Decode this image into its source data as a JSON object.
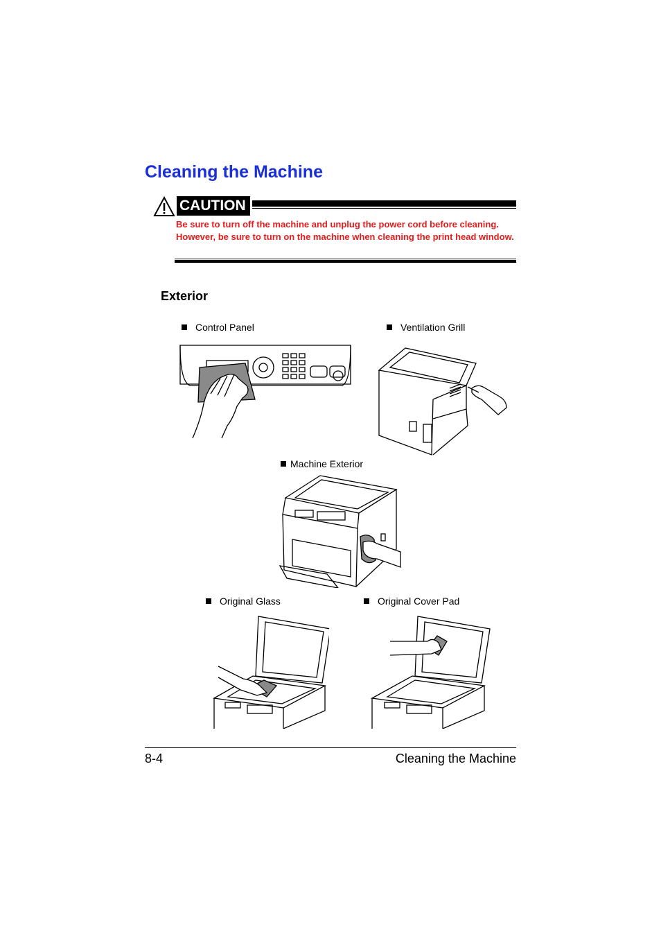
{
  "page": {
    "title": "Cleaning the Machine",
    "caution_label": "CAUTION",
    "caution_text": "Be sure to turn off the machine and unplug the power cord before cleaning. However, be sure to turn on the machine when cleaning the print head window.",
    "section_heading": "Exterior"
  },
  "figures": {
    "control_panel": "Control Panel",
    "ventilation_grill": "Ventilation Grill",
    "machine_exterior": "Machine Exterior",
    "original_glass": "Original Glass",
    "original_cover_pad": "Original Cover Pad"
  },
  "footer": {
    "page_number": "8-4",
    "section": "Cleaning the Machine"
  },
  "colors": {
    "title": "#1a2fd8",
    "caution_text": "#e41b1b"
  },
  "icons": [
    "warning-triangle-icon",
    "bullet-square-icon"
  ]
}
